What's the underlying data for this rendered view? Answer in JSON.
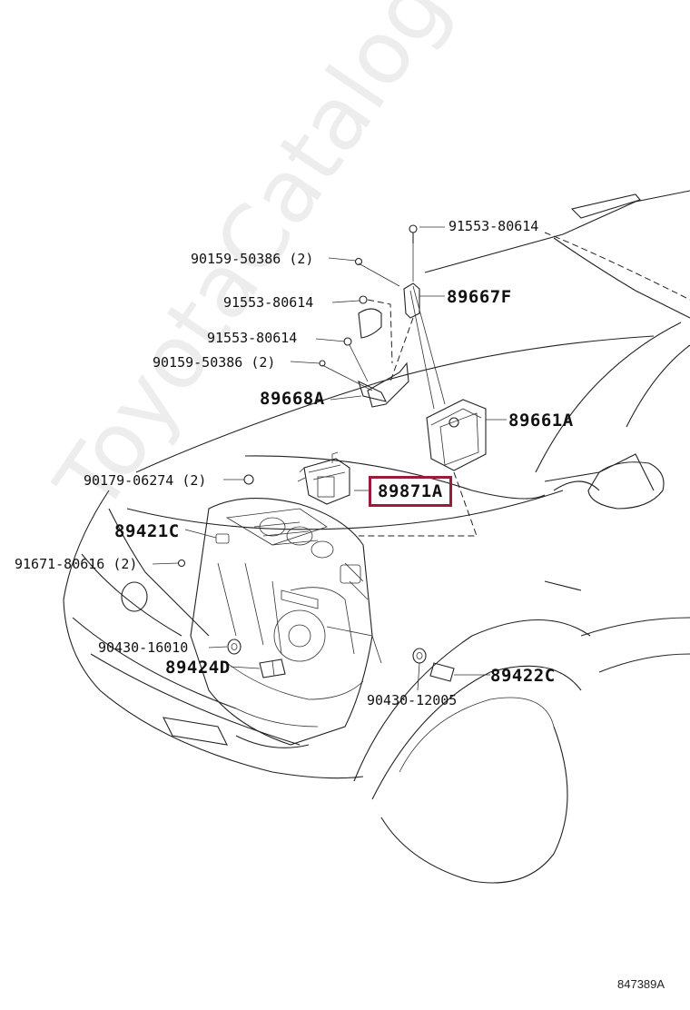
{
  "watermark": "ToyotaCatalog.ru",
  "figure_id": "847389A",
  "highlighted_part": "89871A",
  "callouts": {
    "c1": "91553-80614",
    "c2": "90159-50386 (2)",
    "c3": "89667F",
    "c4": "91553-80614",
    "c5": "91553-80614",
    "c6": "90159-50386 (2)",
    "c7": "89668A",
    "c8": "89661A",
    "c9": "90179-06274 (2)",
    "c10": "89871A",
    "c11": "89421C",
    "c12": "91671-80616 (2)",
    "c13": "90430-16010",
    "c14": "89424D",
    "c15": "89422C",
    "c16": "90430-12005"
  }
}
